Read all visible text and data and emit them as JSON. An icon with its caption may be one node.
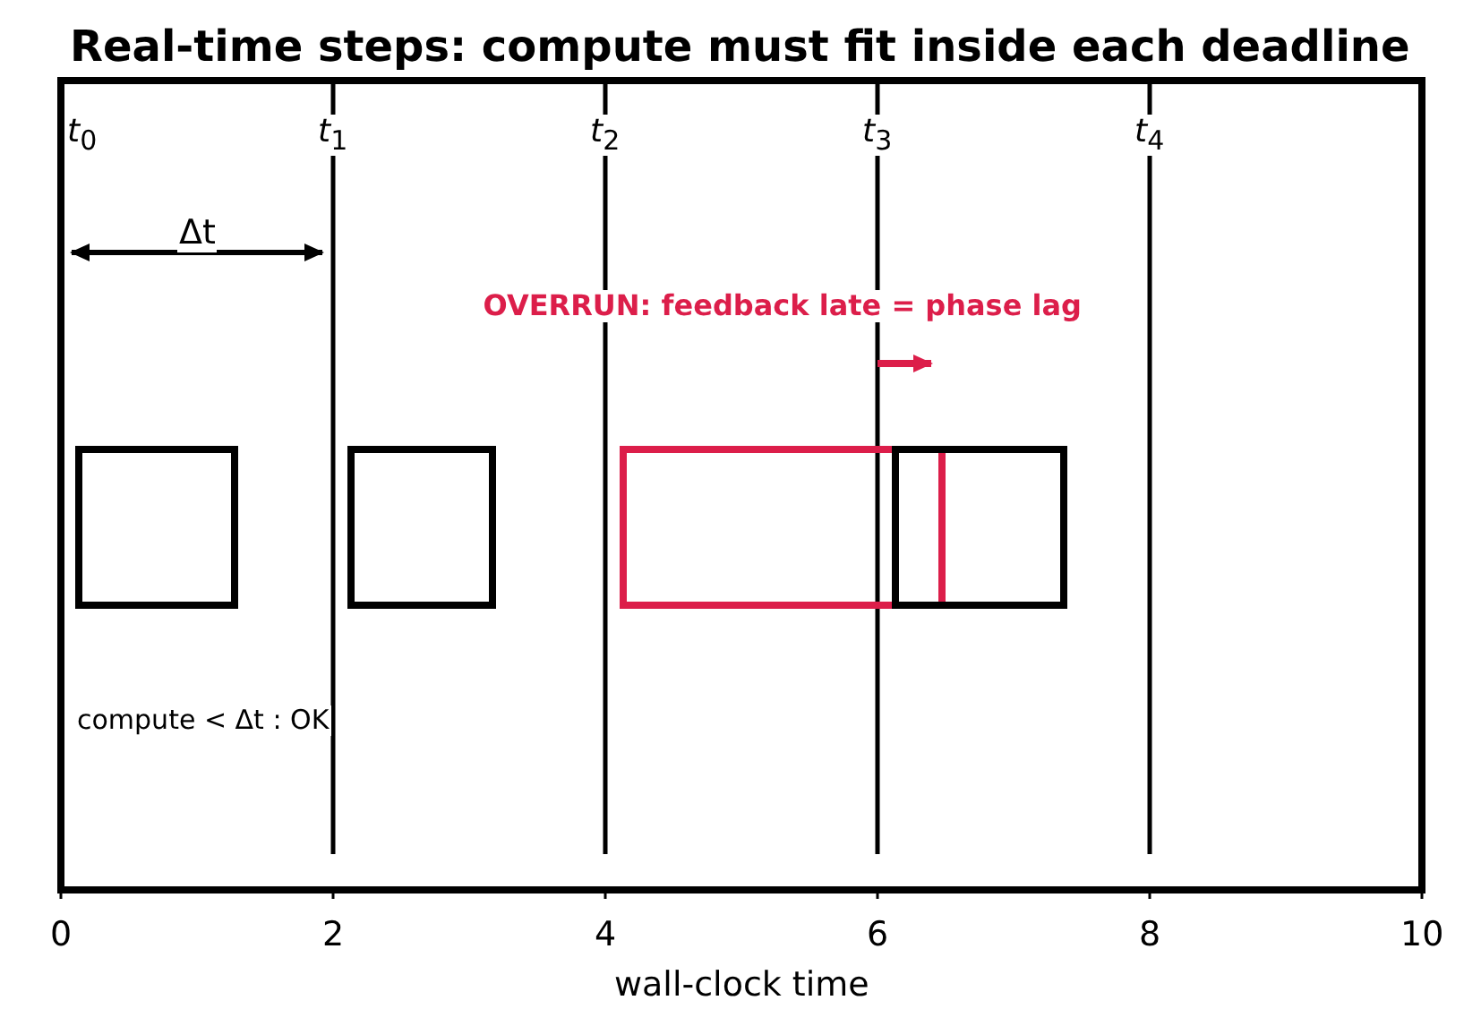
{
  "diagram": {
    "title": "Real-time steps: compute must fit inside each deadline",
    "nodes": [
      {
        "text": [],
        "shape": "box"
      },
      {
        "text": [],
        "shape": "box"
      },
      {
        "text": [],
        "shape": "box"
      },
      {
        "text": [],
        "shape": "box"
      }
    ],
    "labels": [
      "*t*$_{0}$",
      "*t*$_{1}$",
      "*t*$_{2}$",
      "*t*$_{3}$",
      "*t*$_{4}$",
      "Δt",
      "OVERRUN: feedback late = phase lag",
      "compute < Δt : OK",
      "0",
      "2",
      "4",
      "6",
      "8",
      "10",
      "wall-clock time"
    ]
  }
}
